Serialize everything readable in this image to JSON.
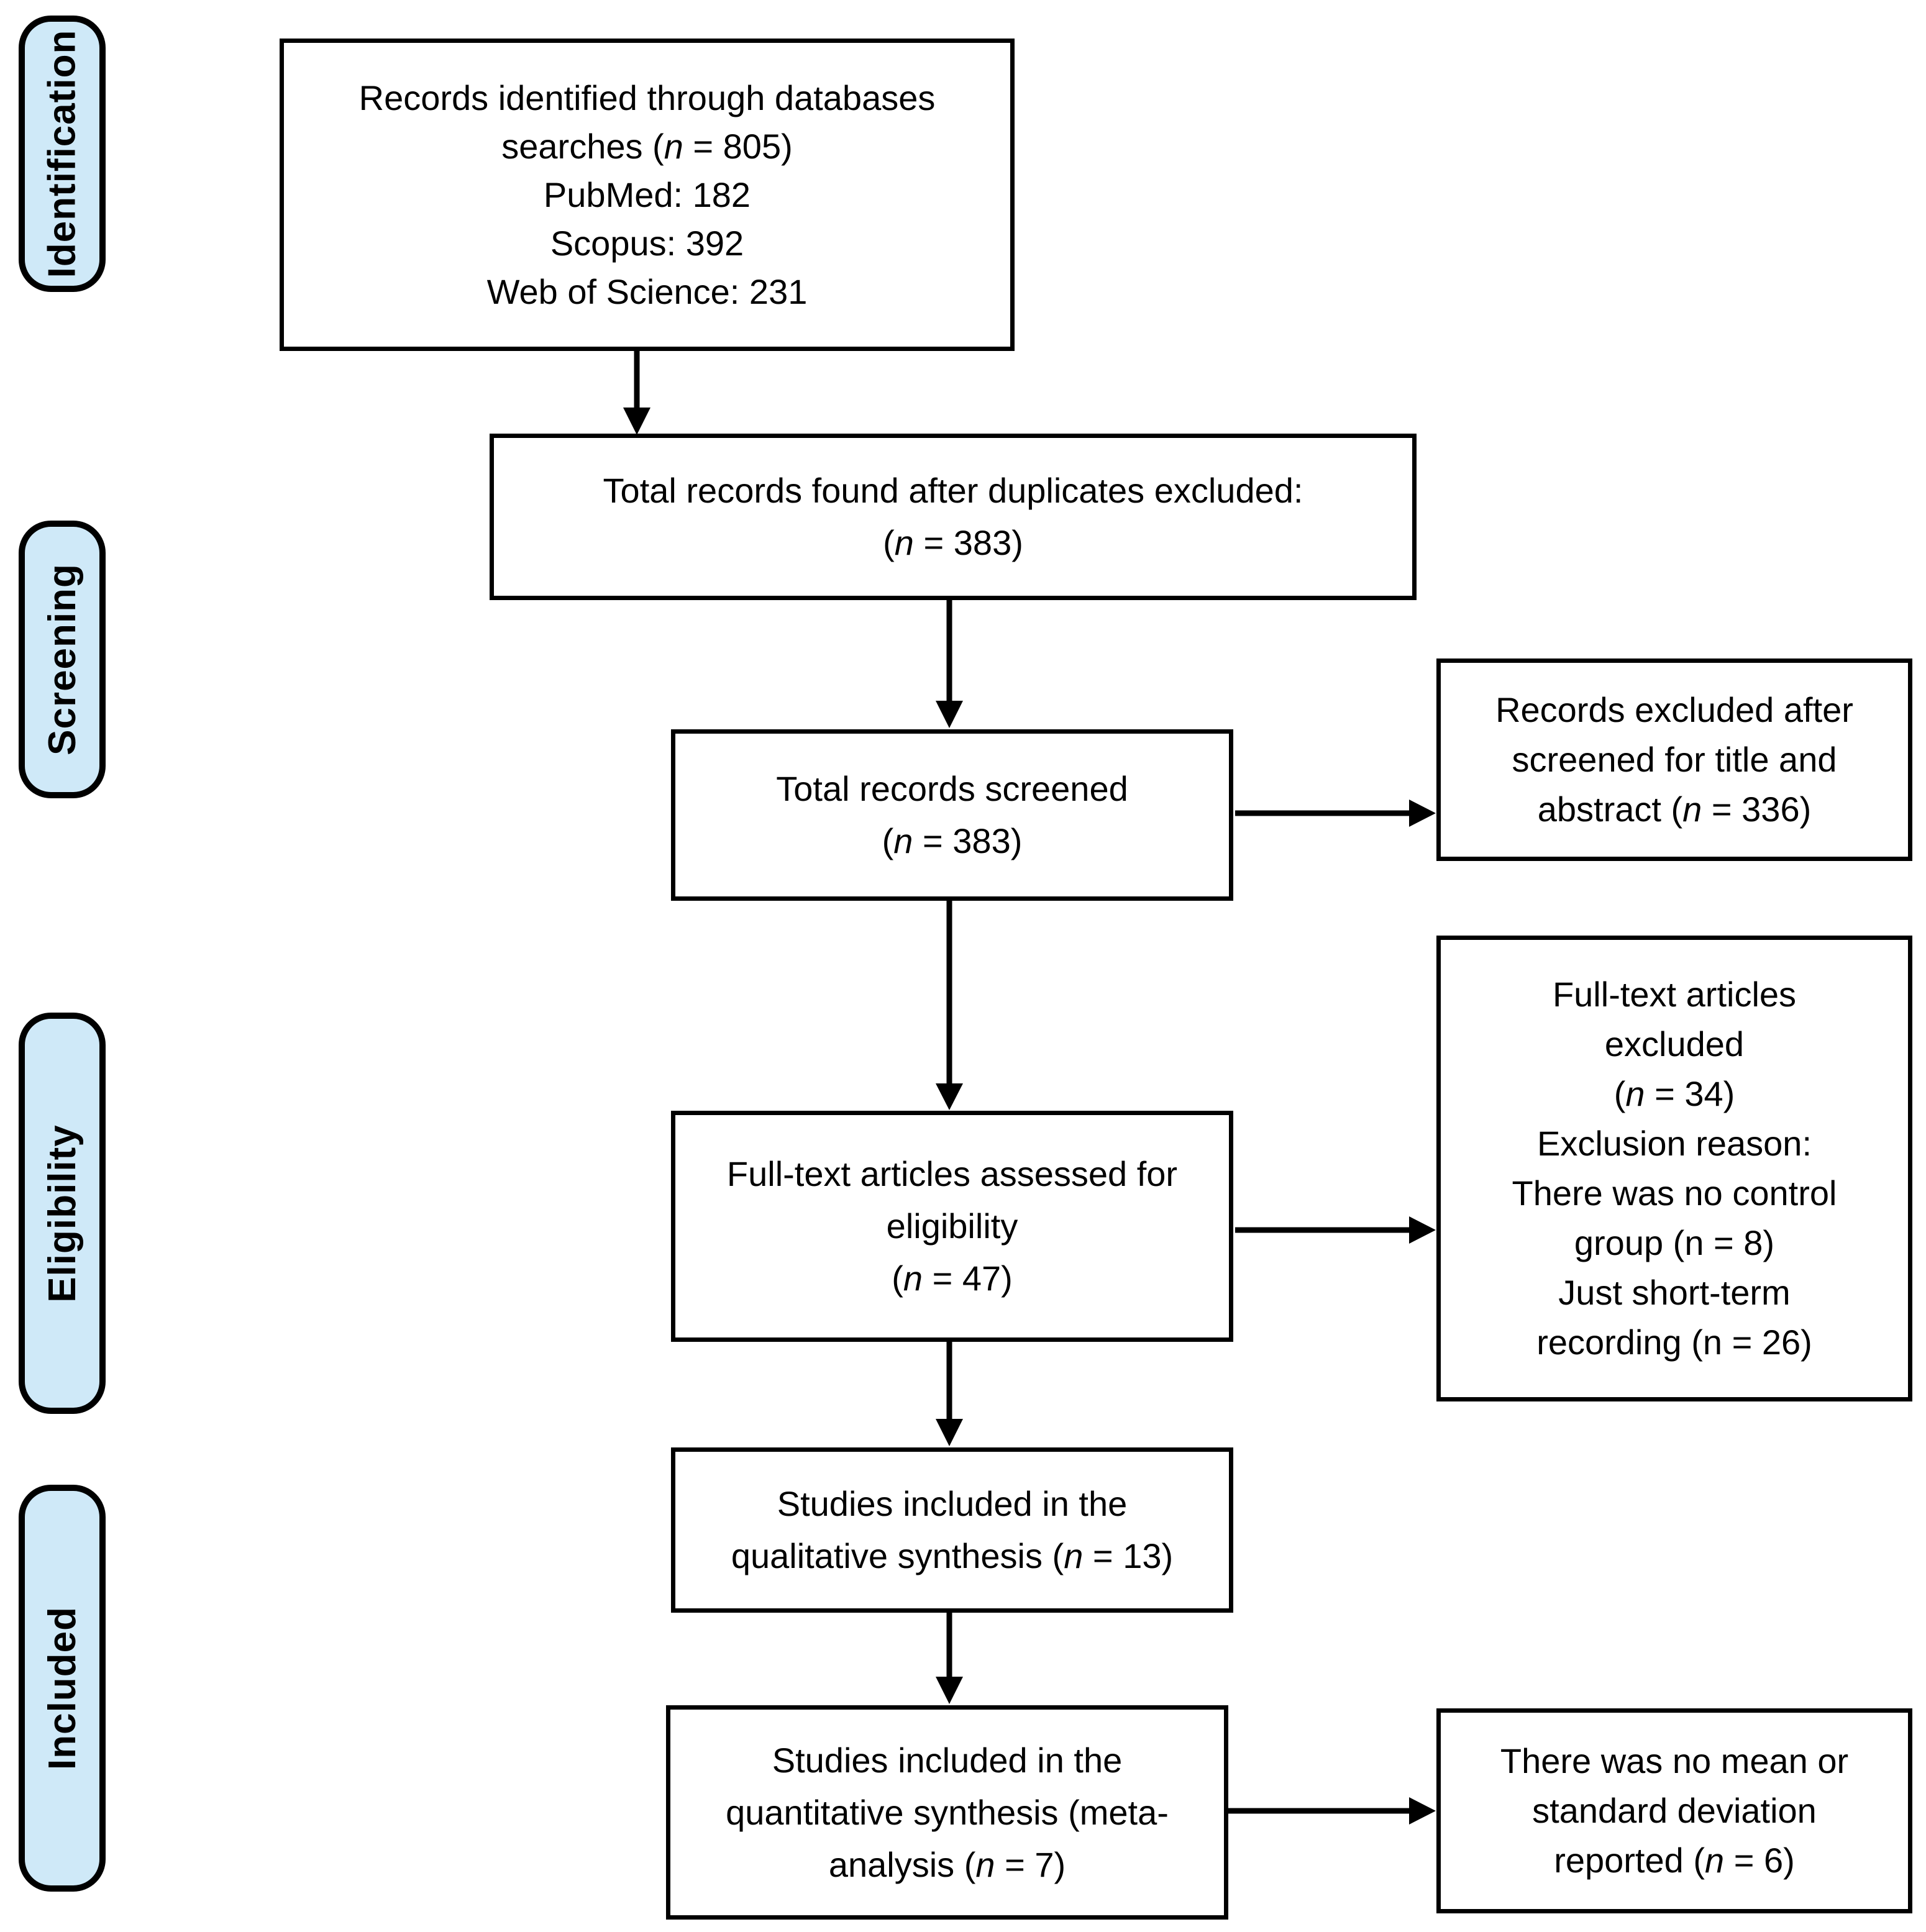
{
  "diagram": {
    "type": "prisma-flow-diagram",
    "colors": {
      "stage_fill": "#cfe9f8",
      "border": "#000000",
      "background": "#ffffff",
      "text": "#000000"
    },
    "stages": [
      {
        "id": "identification",
        "label": "Identification"
      },
      {
        "id": "screening",
        "label": "Screening"
      },
      {
        "id": "eligibility",
        "label": "Eligibility"
      },
      {
        "id": "included",
        "label": "Included"
      }
    ],
    "boxes": {
      "records_identified": {
        "lines": [
          [
            {
              "t": "Records identified through databases"
            }
          ],
          [
            {
              "t": "searches ("
            },
            {
              "t": "n",
              "i": true
            },
            {
              "t": " = 805)"
            }
          ],
          [
            {
              "t": "PubMed: 182"
            }
          ],
          [
            {
              "t": "Scopus: 392"
            }
          ],
          [
            {
              "t": "Web of Science: 231"
            }
          ]
        ]
      },
      "duplicates_excluded": {
        "lines": [
          [
            {
              "t": "Total records found after duplicates excluded:"
            }
          ],
          [
            {
              "t": "("
            },
            {
              "t": "n",
              "i": true
            },
            {
              "t": " = 383)"
            }
          ]
        ]
      },
      "records_screened": {
        "lines": [
          [
            {
              "t": "Total records screened"
            }
          ],
          [
            {
              "t": "("
            },
            {
              "t": "n",
              "i": true
            },
            {
              "t": " = 383)"
            }
          ]
        ]
      },
      "records_excluded": {
        "lines": [
          [
            {
              "t": "Records excluded after"
            }
          ],
          [
            {
              "t": "screened for title and"
            }
          ],
          [
            {
              "t": "abstract ("
            },
            {
              "t": "n",
              "i": true
            },
            {
              "t": " = 336)"
            }
          ]
        ]
      },
      "fulltext_assessed": {
        "lines": [
          [
            {
              "t": "Full-text articles assessed for"
            }
          ],
          [
            {
              "t": "eligibility"
            }
          ],
          [
            {
              "t": "("
            },
            {
              "t": "n",
              "i": true
            },
            {
              "t": " = 47)"
            }
          ]
        ]
      },
      "fulltext_excluded": {
        "lines": [
          [
            {
              "t": "Full-text articles"
            }
          ],
          [
            {
              "t": "excluded"
            }
          ],
          [
            {
              "t": "("
            },
            {
              "t": "n",
              "i": true
            },
            {
              "t": " = 34)"
            }
          ],
          [
            {
              "t": "Exclusion reason:"
            }
          ],
          [
            {
              "t": "There was no control"
            }
          ],
          [
            {
              "t": "group (n = 8)"
            }
          ],
          [
            {
              "t": "Just short-term"
            }
          ],
          [
            {
              "t": "recording (n = 26)"
            }
          ]
        ]
      },
      "qualitative_synthesis": {
        "lines": [
          [
            {
              "t": "Studies included in the"
            }
          ],
          [
            {
              "t": "qualitative synthesis ("
            },
            {
              "t": "n",
              "i": true
            },
            {
              "t": " = 13)"
            }
          ]
        ]
      },
      "quantitative_synthesis": {
        "lines": [
          [
            {
              "t": "Studies included in the"
            }
          ],
          [
            {
              "t": "quantitative synthesis (meta-"
            }
          ],
          [
            {
              "t": "analysis ("
            },
            {
              "t": "n",
              "i": true
            },
            {
              "t": " = 7)"
            }
          ]
        ]
      },
      "no_mean_sd": {
        "lines": [
          [
            {
              "t": "There was no mean or"
            }
          ],
          [
            {
              "t": "standard deviation"
            }
          ],
          [
            {
              "t": "reported ("
            },
            {
              "t": "n",
              "i": true
            },
            {
              "t": " = 6)"
            }
          ]
        ]
      }
    }
  }
}
